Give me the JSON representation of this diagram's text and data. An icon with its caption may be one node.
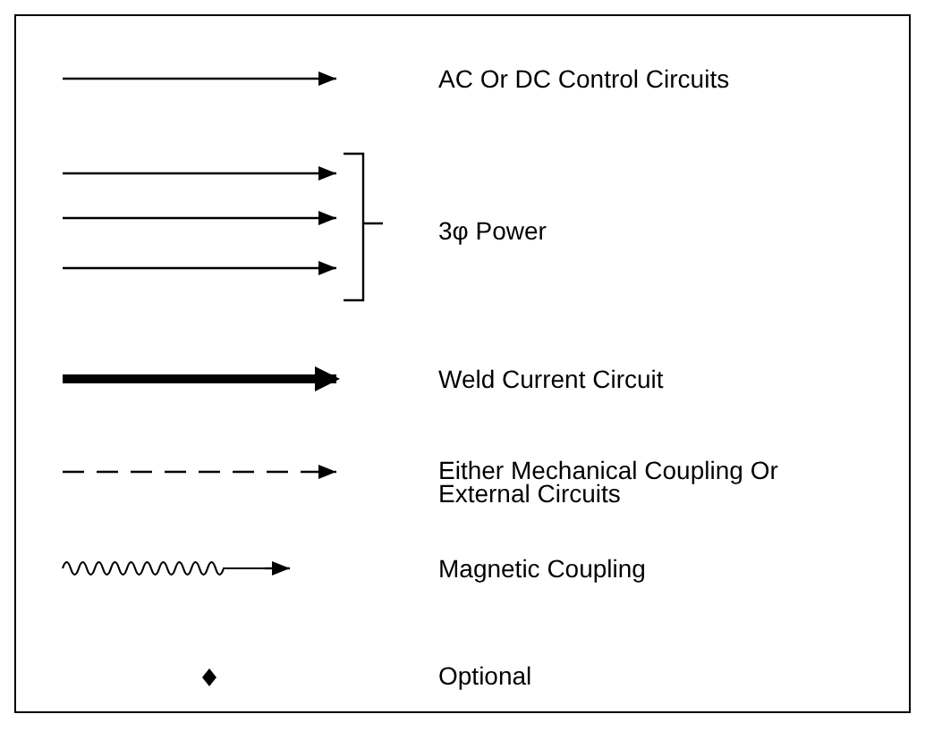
{
  "diagram": {
    "legend": [
      {
        "text": "AC Or DC Control Circuits"
      },
      {
        "text": "3φ Power"
      },
      {
        "text": "Weld Current Circuit"
      },
      {
        "text": "Either Mechanical Coupling Or External Circuits"
      },
      {
        "text": "Magnetic Coupling"
      },
      {
        "text": "Optional"
      }
    ]
  }
}
